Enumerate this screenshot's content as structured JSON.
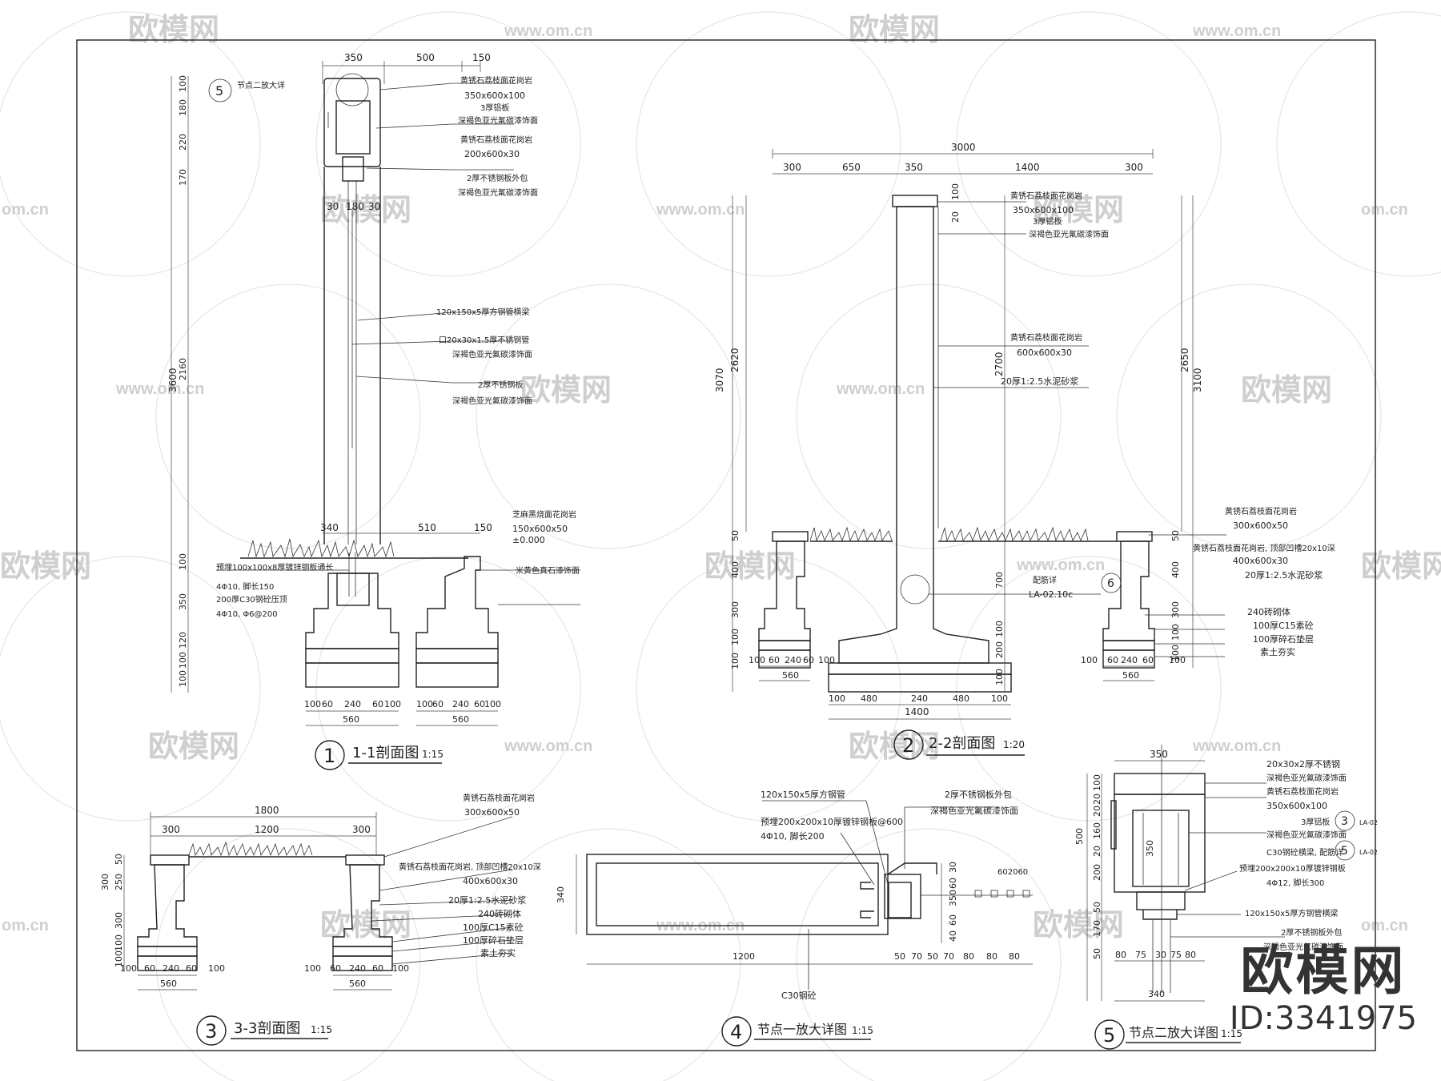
{
  "watermark": {
    "brand": "欧模网",
    "site": "www.om.cn",
    "alt_site": "om.cn"
  },
  "brand_corner": {
    "name": "欧模网",
    "id": "ID:3341975"
  },
  "titles": {
    "s1": {
      "num": "1",
      "name": "1-1剖面图",
      "scale": "1:15"
    },
    "s2": {
      "num": "2",
      "name": "2-2剖面图",
      "scale": "1:20"
    },
    "s3": {
      "num": "3",
      "name": "3-3剖面图",
      "scale": "1:15"
    },
    "s4": {
      "num": "4",
      "name": "节点一放大详图",
      "scale": "1:15"
    },
    "s5": {
      "num": "5",
      "name": "节点二放大详图",
      "scale": "1:15"
    }
  },
  "section1": {
    "top_dims": [
      "350",
      "500",
      "150"
    ],
    "left_dims": [
      "100",
      "180",
      "220",
      "170",
      "2160",
      "100",
      "350",
      "120",
      "100",
      "100"
    ],
    "total": "3600",
    "inner_dims": [
      "30",
      "180",
      "30"
    ],
    "ref_tag": {
      "num": "5",
      "text": "节点二放大详"
    },
    "labels": [
      "黄锈石荔枝面花岗岩",
      "350x600x100",
      "3厚铝板",
      "深褐色亚光氟碳漆饰面",
      "黄锈石荔枝面花岗岩",
      "200x600x30",
      "2厚不锈钢板外包",
      "深褐色亚光氟碳漆饰面",
      "120x150x5厚方钢管横梁",
      "口20x30x1.5厚不锈钢管",
      "深褐色亚光氟碳漆饰面",
      "2厚不锈钢板",
      "深褐色亚光氟碳漆饰面"
    ],
    "ground_dims": [
      "340",
      "510",
      "150"
    ],
    "base_labels": [
      "预埋100x100x8厚镀锌钢板通长",
      "4Φ10, 脚长150",
      "200厚C30钢砼压顶",
      "4Φ10, Φ6@200"
    ],
    "right_labels": [
      "芝麻黑烧面花岗岩",
      "150x600x50",
      "±0.000",
      "米黄色真石漆饰面"
    ],
    "bottom_dims_a": [
      "100",
      "60",
      "240",
      "60",
      "100"
    ],
    "bottom_total_a": "560",
    "bottom_dims_b": [
      "100",
      "60",
      "240",
      "60",
      "100"
    ],
    "bottom_total_b": "560"
  },
  "section2": {
    "total": "3000",
    "top_dims": [
      "300",
      "650",
      "350",
      "1400",
      "300"
    ],
    "left_dims": [
      "2620",
      "3070",
      "50",
      "400",
      "300",
      "100",
      "100"
    ],
    "right_dims": [
      "2650",
      "3100",
      "50",
      "400",
      "300",
      "100",
      "100"
    ],
    "inner_dims": [
      "100",
      "20",
      "2700",
      "700",
      "100",
      "200",
      "100"
    ],
    "top_labels": [
      "黄锈石荔枝面花岗岩",
      "350x600x100",
      "3厚铝板",
      "深褐色亚光氟碳漆饰面"
    ],
    "mid_labels": [
      "黄锈石荔枝面花岗岩",
      "600x600x30",
      "20厚1:2.5水泥砂浆"
    ],
    "ref": {
      "text": "配筋详",
      "num": "6",
      "sheet": "LA-02.10c"
    },
    "right_labels": [
      "黄锈石荔枝面花岗岩",
      "300x600x50",
      "黄锈石荔枝面花岗岩, 顶部凹槽20x10深",
      "400x600x30",
      "20厚1:2.5水泥砂浆",
      "240砖砌体",
      "100厚C15素砼",
      "100厚碎石垫层",
      "素土夯实"
    ],
    "bottom_dims_left": [
      "100",
      "60",
      "240",
      "60",
      "100"
    ],
    "bottom_total_left": "560",
    "bottom_dims_center": [
      "100",
      "480",
      "240",
      "480",
      "100"
    ],
    "bottom_total_center": "1400",
    "bottom_dims_right": [
      "100",
      "60",
      "240",
      "60",
      "100"
    ],
    "bottom_total_right": "560"
  },
  "section3": {
    "total": "1800",
    "top_dims": [
      "300",
      "1200",
      "300"
    ],
    "left_dims": [
      "50",
      "250",
      "300",
      "300",
      "100",
      "100"
    ],
    "labels": [
      "黄锈石荔枝面花岗岩",
      "300x600x50",
      "黄锈石荔枝面花岗岩, 顶部凹槽20x10深",
      "400x600x30",
      "20厚1:2.5水泥砂浆",
      "240砖砌体",
      "100厚C15素砼",
      "100厚碎石垫层",
      "素土夯实"
    ],
    "bottom_dims_a": [
      "100",
      "60",
      "240",
      "60",
      "100"
    ],
    "bottom_total_a": "560",
    "bottom_dims_b": [
      "100",
      "60",
      "240",
      "60",
      "100"
    ],
    "bottom_total_b": "560"
  },
  "section4": {
    "labels_left": [
      "120x150x5厚方钢管",
      "预埋200x200x10厚镀锌钢板@600",
      "4Φ10, 脚长200"
    ],
    "labels_right": [
      "2厚不锈钢板外包",
      "深褐色亚光氟碳漆饰面"
    ],
    "height": "340",
    "bottom_dims": [
      "1200",
      "50",
      "70",
      "50",
      "70",
      "80",
      "80",
      "80"
    ],
    "right_dims": [
      "30",
      "60",
      "350",
      "60",
      "40"
    ],
    "small_dims": "602060",
    "material": "C30钢砼"
  },
  "section5": {
    "top_dim": "350",
    "left_dims": [
      "100",
      "20",
      "20",
      "160",
      "20",
      "200",
      "500",
      "50",
      "170",
      "50"
    ],
    "inner_dim": "350",
    "labels": [
      "20x30x2厚不锈钢",
      "深褐色亚光氟碳漆饰面",
      "黄锈石荔枝面花岗岩",
      "350x600x100",
      "3厚铝板",
      "深褐色亚光氟碳漆饰面",
      "C30钢砼横梁, 配筋详",
      "预埋200x200x10厚镀锌钢板",
      "4Φ12, 脚长300",
      "120x150x5厚方钢管横梁",
      "2厚不锈钢板外包",
      "深褐色亚光氟碳漆饰面"
    ],
    "tags": [
      {
        "num": "3",
        "sheet": "LA-02"
      },
      {
        "num": "5",
        "sheet": "LA-02"
      }
    ],
    "bottom_dims": [
      "80",
      "75",
      "30",
      "75",
      "80"
    ],
    "bottom_total": "340"
  }
}
